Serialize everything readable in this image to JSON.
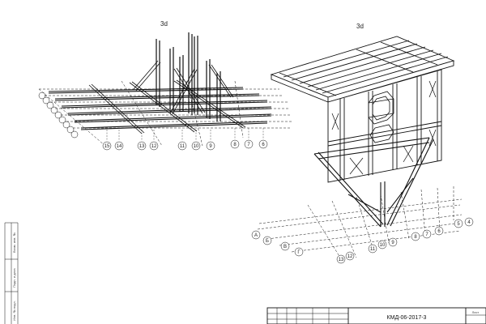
{
  "views": {
    "left_label": "3d",
    "right_label": "3d"
  },
  "left_axes": {
    "row_numbers": [
      "15",
      "14",
      "13",
      "12",
      "11",
      "10",
      "9",
      "8",
      "7",
      "6"
    ]
  },
  "right_axes": {
    "letters": [
      "А",
      "Б",
      "В",
      "Г"
    ],
    "numbers": [
      "13",
      "12",
      "11",
      "10",
      "9",
      "8",
      "7",
      "6",
      "5",
      "4"
    ]
  },
  "title_block": {
    "code": "КМД-06-2017-3",
    "sheet_label": "Лист"
  },
  "side_strip": {
    "labels": [
      "Взам. инв. №",
      "Подп. и дата",
      "Инв. № подл."
    ]
  },
  "colors": {
    "line": "#111111",
    "bg": "#ffffff"
  }
}
